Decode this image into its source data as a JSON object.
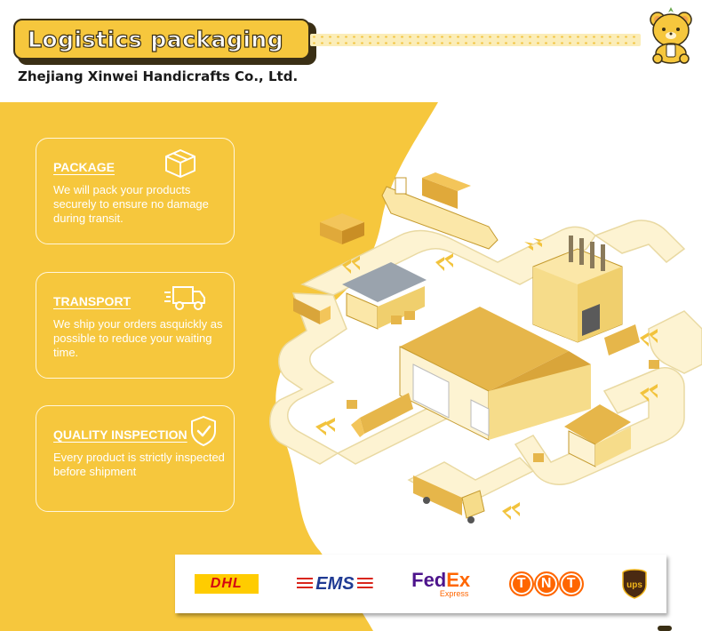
{
  "header": {
    "title": "Logistics packaging",
    "company": "Zhejiang Xinwei Handicrafts Co., Ltd."
  },
  "colors": {
    "brand_yellow": "#f6c73d",
    "dark_outline": "#3a2f15",
    "card_text": "#ffffff",
    "road": "#fdf3d2"
  },
  "features": [
    {
      "title": "PACKAGE",
      "text": "We will pack your products securely to ensure no damage during transit.",
      "icon": "box-icon"
    },
    {
      "title": "TRANSPORT",
      "text": "We ship your orders asquickly as possible to reduce your waiting time.",
      "icon": "truck-icon"
    },
    {
      "title": "QUALITY INSPECTION",
      "text": "Every product is strictly inspected before shipment",
      "icon": "shield-check-icon"
    }
  ],
  "carriers": {
    "dhl": "DHL",
    "ems": "EMS",
    "fedex_fe": "Fed",
    "fedex_ex": "Ex",
    "fedex_sub": "Express",
    "tnt": [
      "T",
      "N",
      "T"
    ],
    "ups": "ups"
  },
  "icons": {
    "mascot": "bear-mascot-icon",
    "illustration": "isometric-logistics-illustration"
  }
}
